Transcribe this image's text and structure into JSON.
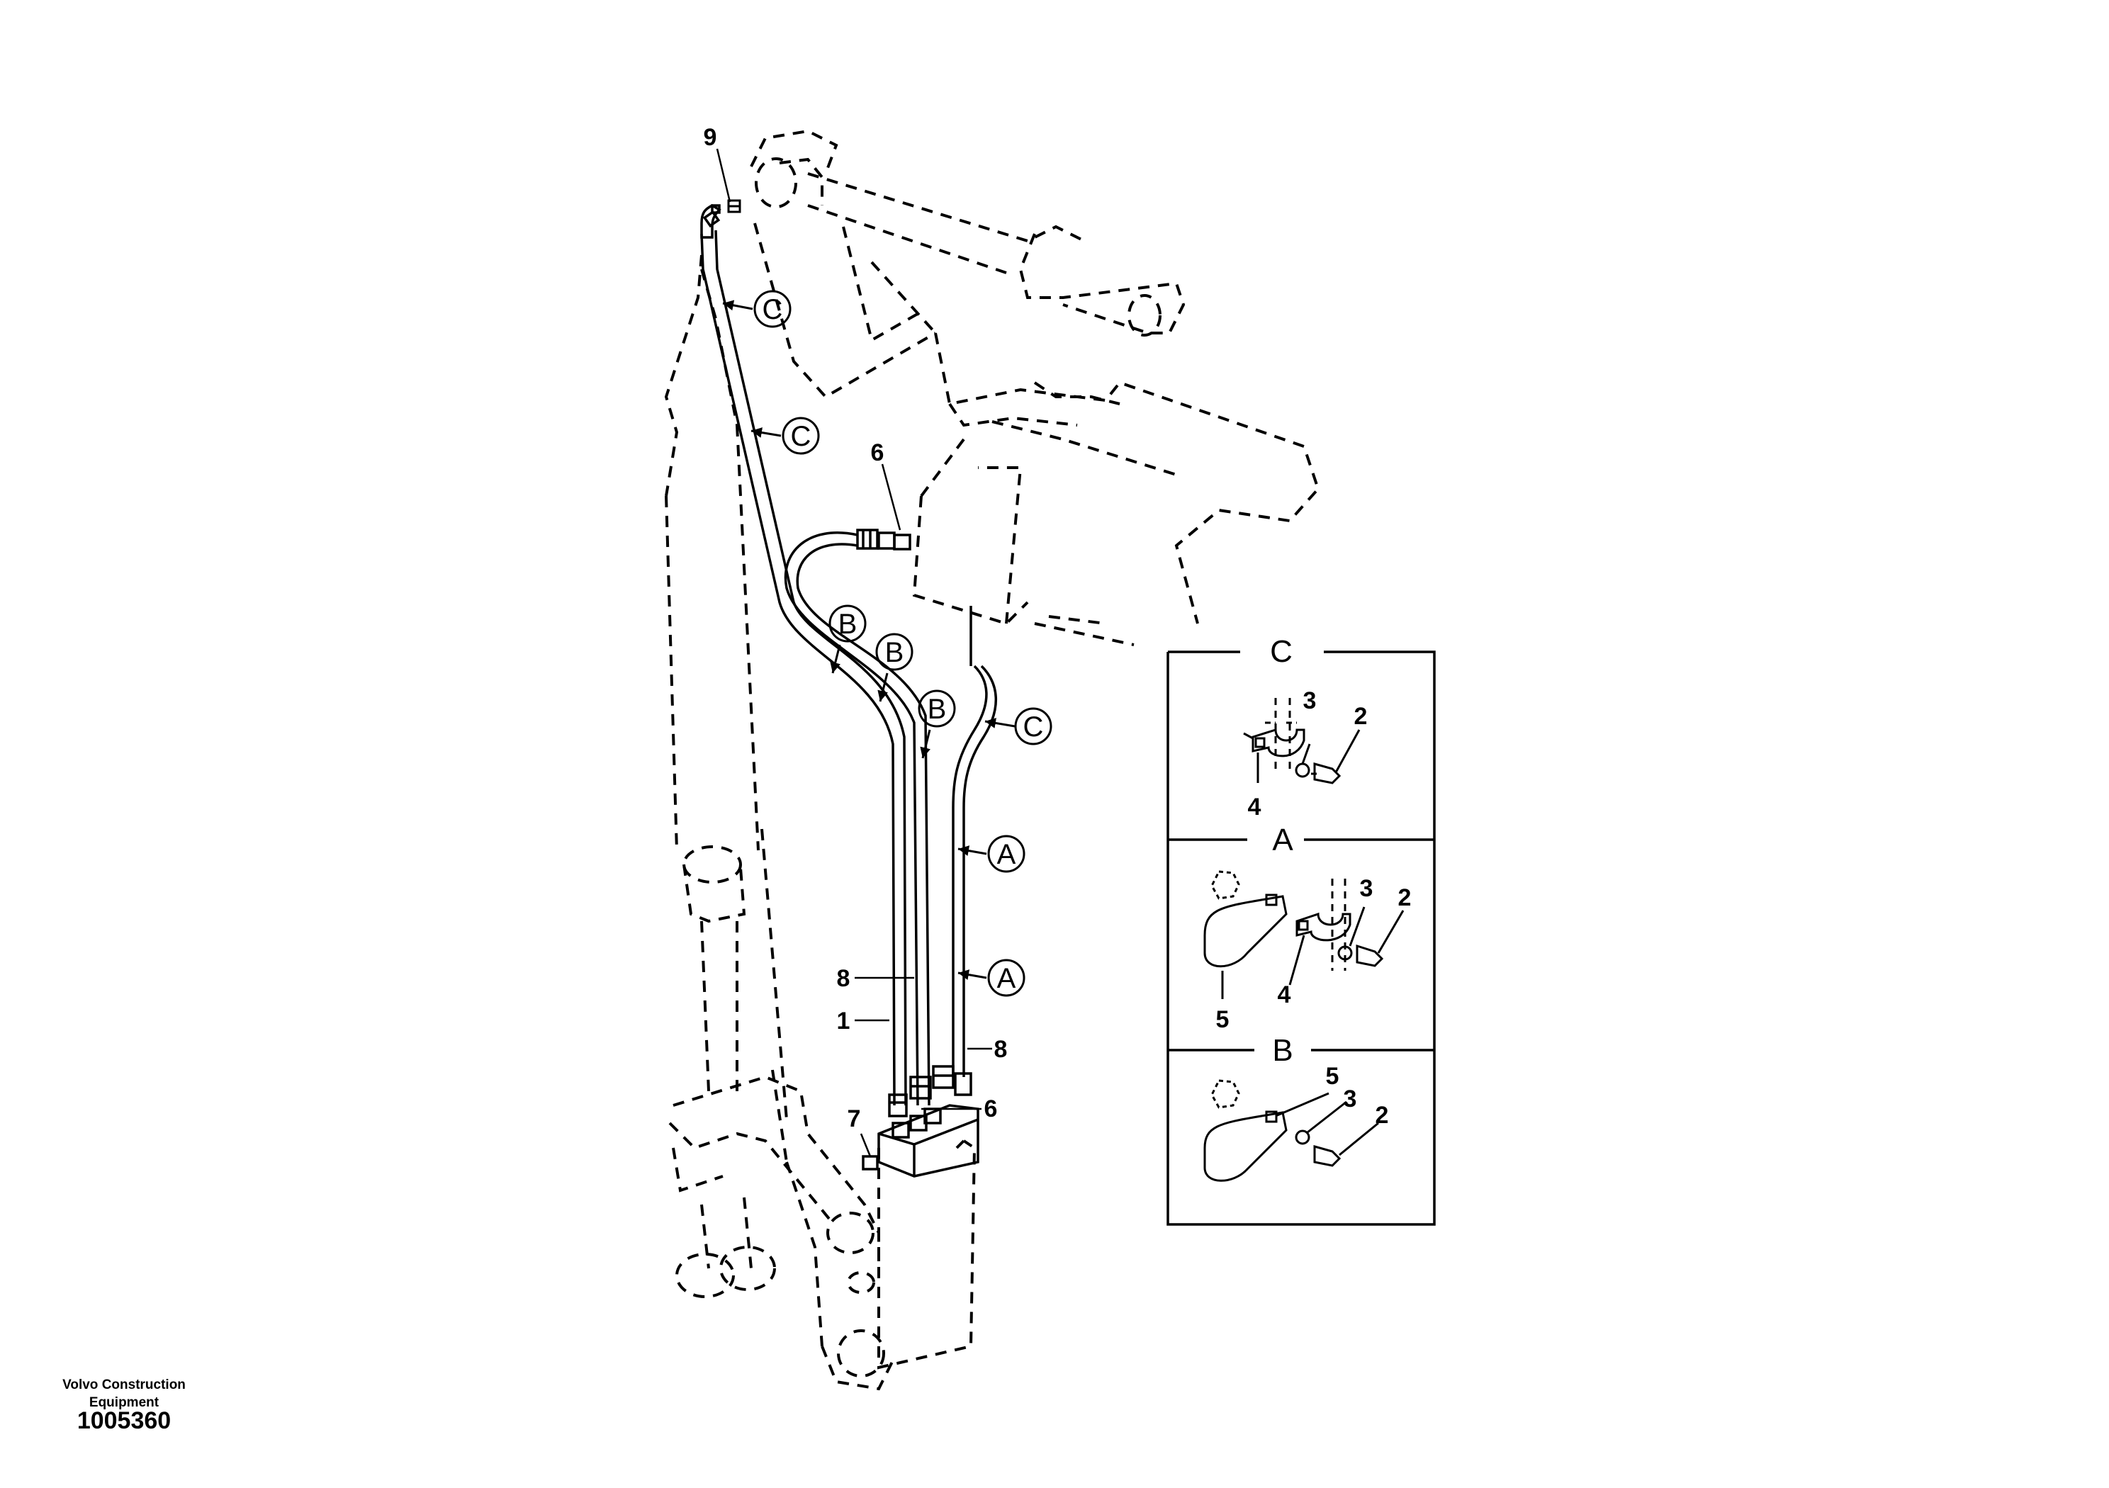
{
  "callouts": {
    "c9": "9",
    "c6_top": "6",
    "c8_left": "8",
    "c1": "1",
    "c8_right": "8",
    "c6_bottom": "6",
    "c7": "7",
    "detail_c": {
      "letter": "C",
      "c3": "3",
      "c2": "2",
      "c4": "4"
    },
    "detail_a": {
      "letter": "A",
      "c3": "3",
      "c2": "2",
      "c4": "4",
      "c5": "5"
    },
    "detail_b": {
      "letter": "B",
      "c5": "5",
      "c3": "3",
      "c2": "2"
    }
  },
  "view_refs": {
    "c1": "C",
    "c2": "C",
    "c3": "C",
    "b1": "B",
    "b2": "B",
    "b3": "B",
    "a1": "A",
    "a2": "A"
  },
  "footer": {
    "company_line1": "Volvo Construction",
    "company_line2": "Equipment",
    "document_number": "1005360"
  }
}
